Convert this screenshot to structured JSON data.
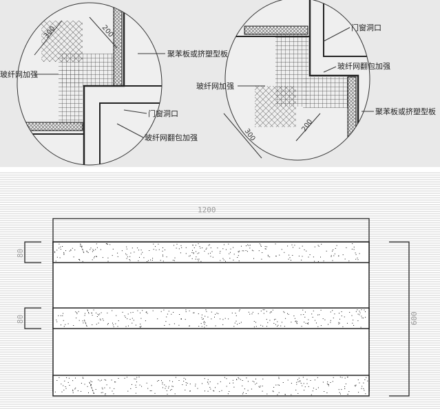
{
  "detail_left": {
    "label_board": "聚苯板或挤塑型板",
    "label_mesh": "玻纤网加强",
    "label_opening": "门窗洞口",
    "label_wrap": "玻纤网翻包加强",
    "dim_300": "300",
    "dim_200": "200"
  },
  "detail_right": {
    "label_board": "聚苯板或挤塑型板",
    "label_mesh": "玻纤网加强",
    "label_opening": "门窗洞口",
    "label_wrap": "玻纤网翻包加强",
    "dim_300": "300",
    "dim_200": "200"
  },
  "section": {
    "width_dim": "1200",
    "band_dim_1": "80",
    "band_dim_2": "80",
    "height_dim": "600"
  }
}
